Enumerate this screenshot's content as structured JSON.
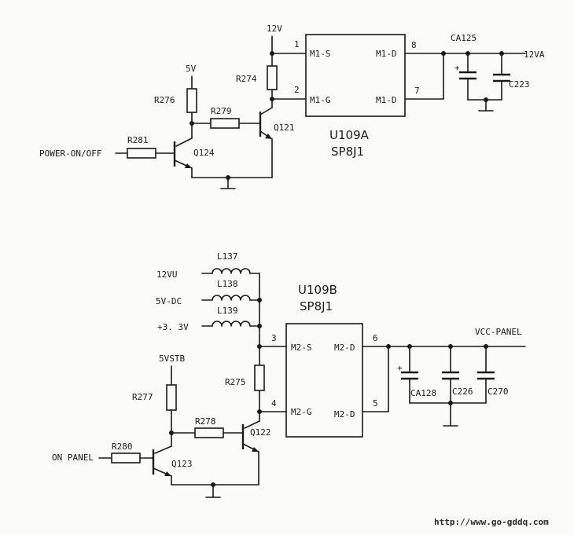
{
  "circuit_a": {
    "ic_name": "U109A",
    "ic_part": "SP8J1",
    "pins": {
      "p1": "1",
      "p2": "2",
      "p8": "8",
      "p7": "7"
    },
    "pin_labels": {
      "s": "M1-S",
      "g": "M1-G",
      "d_top": "M1-D",
      "d_bot": "M1-D"
    },
    "supply_in": "12V",
    "supply_5v": "5V",
    "supply_out": "12VA",
    "input_signal": "POWER-ON/OFF",
    "resistors": {
      "r274": "R274",
      "r276": "R276",
      "r279": "R279",
      "r281": "R281"
    },
    "transistors": {
      "q121": "Q121",
      "q124": "Q124"
    },
    "capacitors": {
      "ca125": "CA125",
      "c223": "C223"
    }
  },
  "circuit_b": {
    "ic_name": "U109B",
    "ic_part": "SP8J1",
    "pins": {
      "p3": "3",
      "p4": "4",
      "p6": "6",
      "p5": "5"
    },
    "pin_labels": {
      "s": "M2-S",
      "g": "M2-G",
      "d_top": "M2-D",
      "d_bot": "M2-D"
    },
    "rails": [
      "12VU",
      "5V-DC",
      "+3. 3V"
    ],
    "inductors": [
      "L137",
      "L138",
      "L139"
    ],
    "supply_stb": "5VSTB",
    "supply_out": "VCC-PANEL",
    "input_signal": "ON PANEL",
    "resistors": {
      "r275": "R275",
      "r277": "R277",
      "r278": "R278",
      "r280": "R280"
    },
    "transistors": {
      "q122": "Q122",
      "q123": "Q123"
    },
    "capacitors": {
      "ca128": "CA128",
      "c226": "C226",
      "c270": "C270"
    }
  },
  "footer": {
    "url": "http://www.go-gddq.com"
  }
}
